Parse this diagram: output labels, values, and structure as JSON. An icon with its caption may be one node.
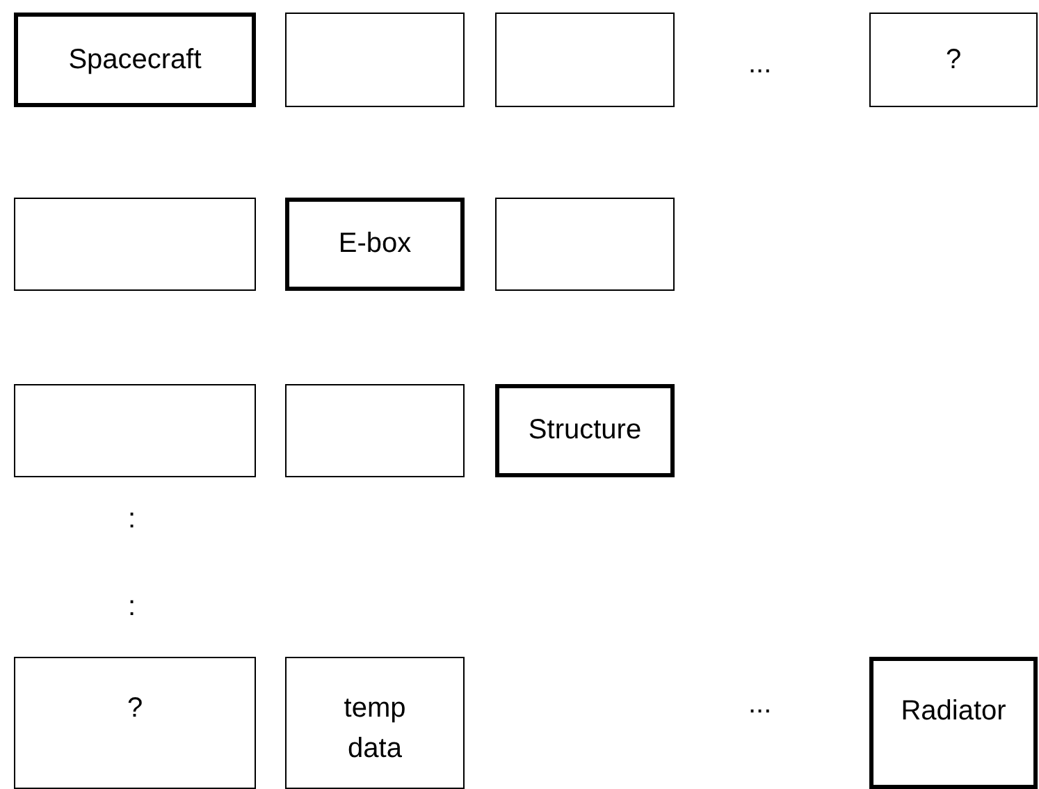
{
  "diagram": {
    "nodes": [
      {
        "text": [
          "Spacecraft"
        ]
      },
      {
        "text": [],
        "shape": "box"
      },
      {
        "text": [],
        "shape": "box"
      },
      {
        "text": [
          "?"
        ]
      },
      {
        "text": [],
        "shape": "box"
      },
      {
        "text": [
          "E-box"
        ]
      },
      {
        "text": [],
        "shape": "box"
      },
      {
        "text": [],
        "shape": "box"
      },
      {
        "text": [],
        "shape": "box"
      },
      {
        "text": [
          "Structure"
        ]
      },
      {
        "text": [
          "?"
        ]
      },
      {
        "text": [
          "temp data"
        ]
      },
      {
        "text": [
          "Radiator"
        ]
      }
    ],
    "labels": [
      "...",
      ":",
      ":",
      "..."
    ]
  }
}
